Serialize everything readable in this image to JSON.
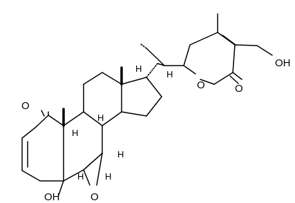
{
  "labels": {
    "ketone_O": "O",
    "hydroxyl_5": "OH",
    "epoxide_O": "O",
    "lactone_ring_O": "O",
    "lactone_carbonyl_O": "O",
    "hydroxymethyl_OH": "OH",
    "H": "H"
  }
}
